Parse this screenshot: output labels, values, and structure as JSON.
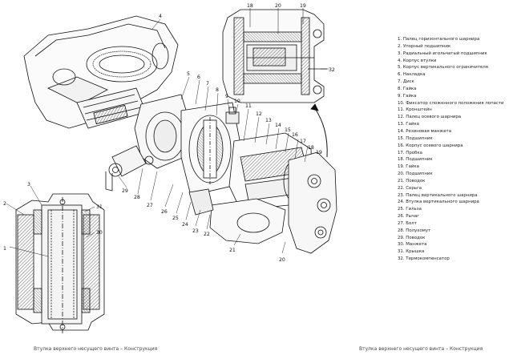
{
  "legend": [
    "1. Палец горизонтального шарнира",
    "2. Упорный подшипник",
    "3. Радиальный игольчатый подшипник",
    "4. Корпус втулки",
    "5. Корпус вертикального ограничителя",
    "6. Накладка",
    "7. Диск",
    "8. Гайка",
    "9. Гайка",
    "10. Фиксатор сложенного положения лопасти",
    "11. Кронштейн",
    "12. Палец осевого шарнира",
    "13. Гайка",
    "14. Резиновая манжета",
    "15. Подшипник",
    "16. Корпус осевого шарнира",
    "17. Пробка",
    "18. Подшипник",
    "19. Гайка",
    "20. Подшипник",
    "21. Поводок",
    "22. Серьга",
    "23. Палец вертикального шарнира",
    "24. Втулка вертикального шарнира",
    "25. Гильза",
    "26. Рычаг",
    "27. Болт",
    "28. Полухомут",
    "29. Поводок",
    "30. Манжета",
    "31. Крышка",
    "32. Термокомпенсатор"
  ],
  "callouts": {
    "n1": "1",
    "n2": "2",
    "n3": "3",
    "n4": "4",
    "n5": "5",
    "n6": "6",
    "n7": "7",
    "n8": "8",
    "n9": "9",
    "n10": "10",
    "n11": "11",
    "n12": "12",
    "n13": "13",
    "n14": "14",
    "n15": "15",
    "n16": "16",
    "n17": "17",
    "n18": "18",
    "n19": "19",
    "n20": "20",
    "n21": "21",
    "n22": "22",
    "n23": "23",
    "n24": "24",
    "n25": "25",
    "n26": "26",
    "n27": "27",
    "n28": "28",
    "n29": "29",
    "n30": "30",
    "n31": "31",
    "n32": "32",
    "n18b": "18",
    "n20b": "20",
    "n19b": "19"
  },
  "captions": {
    "left": "Втулка верхнего несущего винта – Конструкция",
    "right": "Втулка верхнего несущего винта – Конструкция"
  }
}
